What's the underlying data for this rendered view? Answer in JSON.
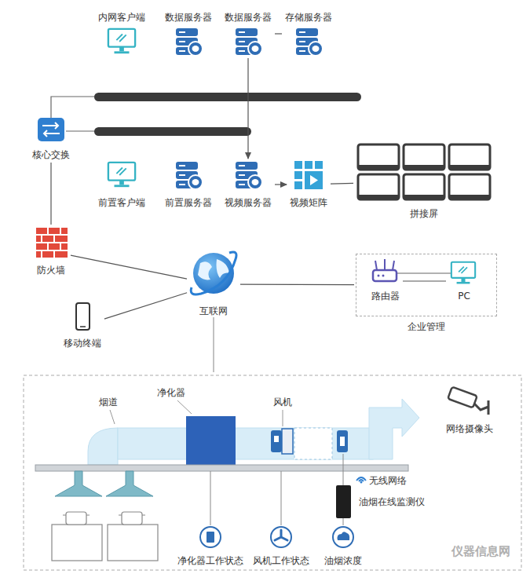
{
  "diagram": {
    "nodes": [
      {
        "text": [
          "内网客户端"
        ]
      },
      {
        "text": [
          "数据服务器"
        ]
      },
      {
        "text": [
          "数据服务器"
        ]
      },
      {
        "text": [
          "存储服务器"
        ]
      },
      {
        "text": [
          "核心交换"
        ]
      },
      {
        "text": [
          "前置客户端"
        ]
      },
      {
        "text": [
          "前置服务器"
        ]
      },
      {
        "text": [
          "视频服务器"
        ]
      },
      {
        "text": [
          "视频矩阵"
        ]
      },
      {
        "text": [
          "拼接屏"
        ]
      },
      {
        "text": [
          "防火墙"
        ]
      },
      {
        "text": [
          "互联网"
        ]
      },
      {
        "text": [
          "移动终端"
        ]
      },
      {
        "text": [
          "企业管理"
        ]
      },
      {
        "text": [
          "路由器"
        ],
        "in": 13
      },
      {
        "text": [
          "PC"
        ],
        "in": 13
      },
      {
        "text": [
          "网络摄像头"
        ]
      },
      {
        "text": [
          "油烟在线监测仪"
        ]
      },
      {
        "text": [
          "净化器工作状态"
        ]
      },
      {
        "text": [
          "风机工作状态"
        ]
      },
      {
        "text": [
          "油烟浓度"
        ]
      }
    ],
    "edges": [
      {
        "from": 2,
        "to": 3,
        "arrow": "none"
      },
      {
        "from": 2,
        "to": 7,
        "arrow": "to"
      },
      {
        "from": 4,
        "to": 10,
        "arrow": "none"
      },
      {
        "from": 7,
        "to": 8,
        "arrow": "to"
      },
      {
        "from": 8,
        "to": 9,
        "arrow": "none"
      },
      {
        "from": 10,
        "to": 11,
        "arrow": "none"
      },
      {
        "from": 12,
        "to": 11,
        "arrow": "none"
      },
      {
        "from": 11,
        "to": 13,
        "arrow": "none"
      },
      {
        "from": 14,
        "to": 15,
        "arrow": "none"
      }
    ],
    "labels": [
      "烟道",
      "净化器",
      "风机",
      "无线网络",
      "仪器信息网"
    ]
  }
}
